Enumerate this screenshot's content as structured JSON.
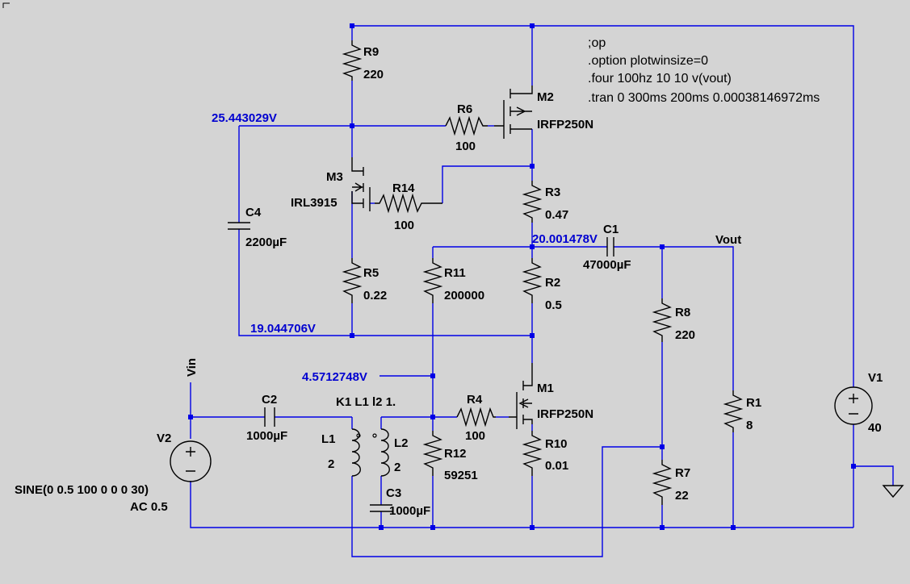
{
  "directives": [
    ";op",
    ".option plotwinsize=0",
    ".four 100hz 10 10 v(vout)",
    ".tran 0 300ms 200ms 0.00038146972ms"
  ],
  "voltages": {
    "gate_m2": "25.443029V",
    "output_node": "20.001478V",
    "source_node": "19.044706V",
    "bias_node": "4.5712748V"
  },
  "nets": {
    "vin": "Vin",
    "vout": "Vout"
  },
  "components": {
    "R9": {
      "name": "R9",
      "value": "220"
    },
    "R6": {
      "name": "R6",
      "value": "100"
    },
    "M2": {
      "name": "M2",
      "value": "IRFP250N"
    },
    "M3": {
      "name": "M3",
      "value": "IRL3915"
    },
    "R14": {
      "name": "R14",
      "value": "100"
    },
    "R3": {
      "name": "R3",
      "value": "0.47"
    },
    "C4": {
      "name": "C4",
      "value": "2200µF"
    },
    "C1": {
      "name": "C1",
      "value": "47000µF"
    },
    "R5": {
      "name": "R5",
      "value": "0.22"
    },
    "R11": {
      "name": "R11",
      "value": "200000"
    },
    "R2": {
      "name": "R2",
      "value": "0.5"
    },
    "R8": {
      "name": "R8",
      "value": "220"
    },
    "R1": {
      "name": "R1",
      "value": "8"
    },
    "V1": {
      "name": "V1",
      "value": "40"
    },
    "C2": {
      "name": "C2",
      "value": "1000µF"
    },
    "K1": {
      "name": "K1 L1 l2 1."
    },
    "M1": {
      "name": "M1",
      "value": "IRFP250N"
    },
    "R4": {
      "name": "R4",
      "value": "100"
    },
    "V2": {
      "name": "V2",
      "value": "SINE(0 0.5 100 0 0 0 30)",
      "value2": "AC 0.5"
    },
    "L1": {
      "name": "L1",
      "value": "2"
    },
    "L2": {
      "name": "L2",
      "value": "2"
    },
    "R12": {
      "name": "R12",
      "value": "59251"
    },
    "R10": {
      "name": "R10",
      "value": "0.01"
    },
    "R7": {
      "name": "R7",
      "value": "22"
    },
    "C3": {
      "name": "C3",
      "value": "1000µF"
    }
  }
}
